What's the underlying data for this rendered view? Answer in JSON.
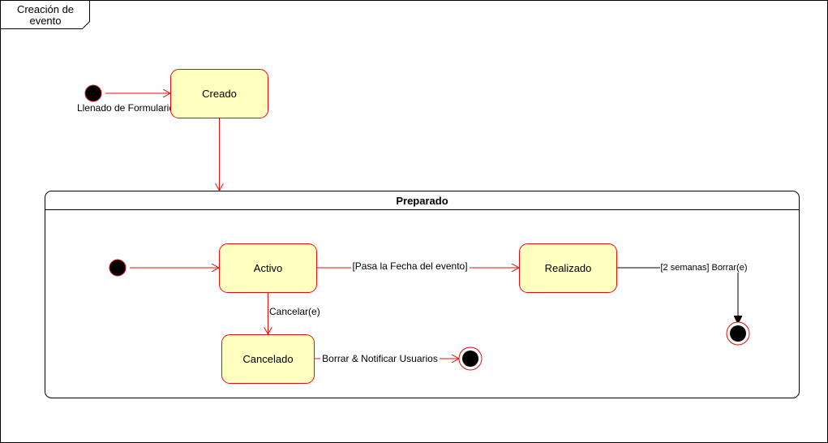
{
  "frame": {
    "title_line1": "Creación de",
    "title_line2": "evento"
  },
  "states": {
    "creado": "Creado",
    "preparado": "Preparado",
    "activo": "Activo",
    "realizado": "Realizado",
    "cancelado": "Cancelado"
  },
  "transitions": {
    "llenado": "Llenado de Formulario",
    "pasa_fecha": "[Pasa la Fecha del evento]",
    "cancelar": "Cancelar(e)",
    "borrar_notificar": "Borrar & Notificar Usuarios",
    "dos_semanas": "[2 semanas] Borrar(e)"
  },
  "colors": {
    "state_fill": "#ffffc0",
    "state_stroke": "#e01010",
    "arrow_red": "#e01010",
    "arrow_black": "#000000",
    "node_black": "#000000"
  }
}
